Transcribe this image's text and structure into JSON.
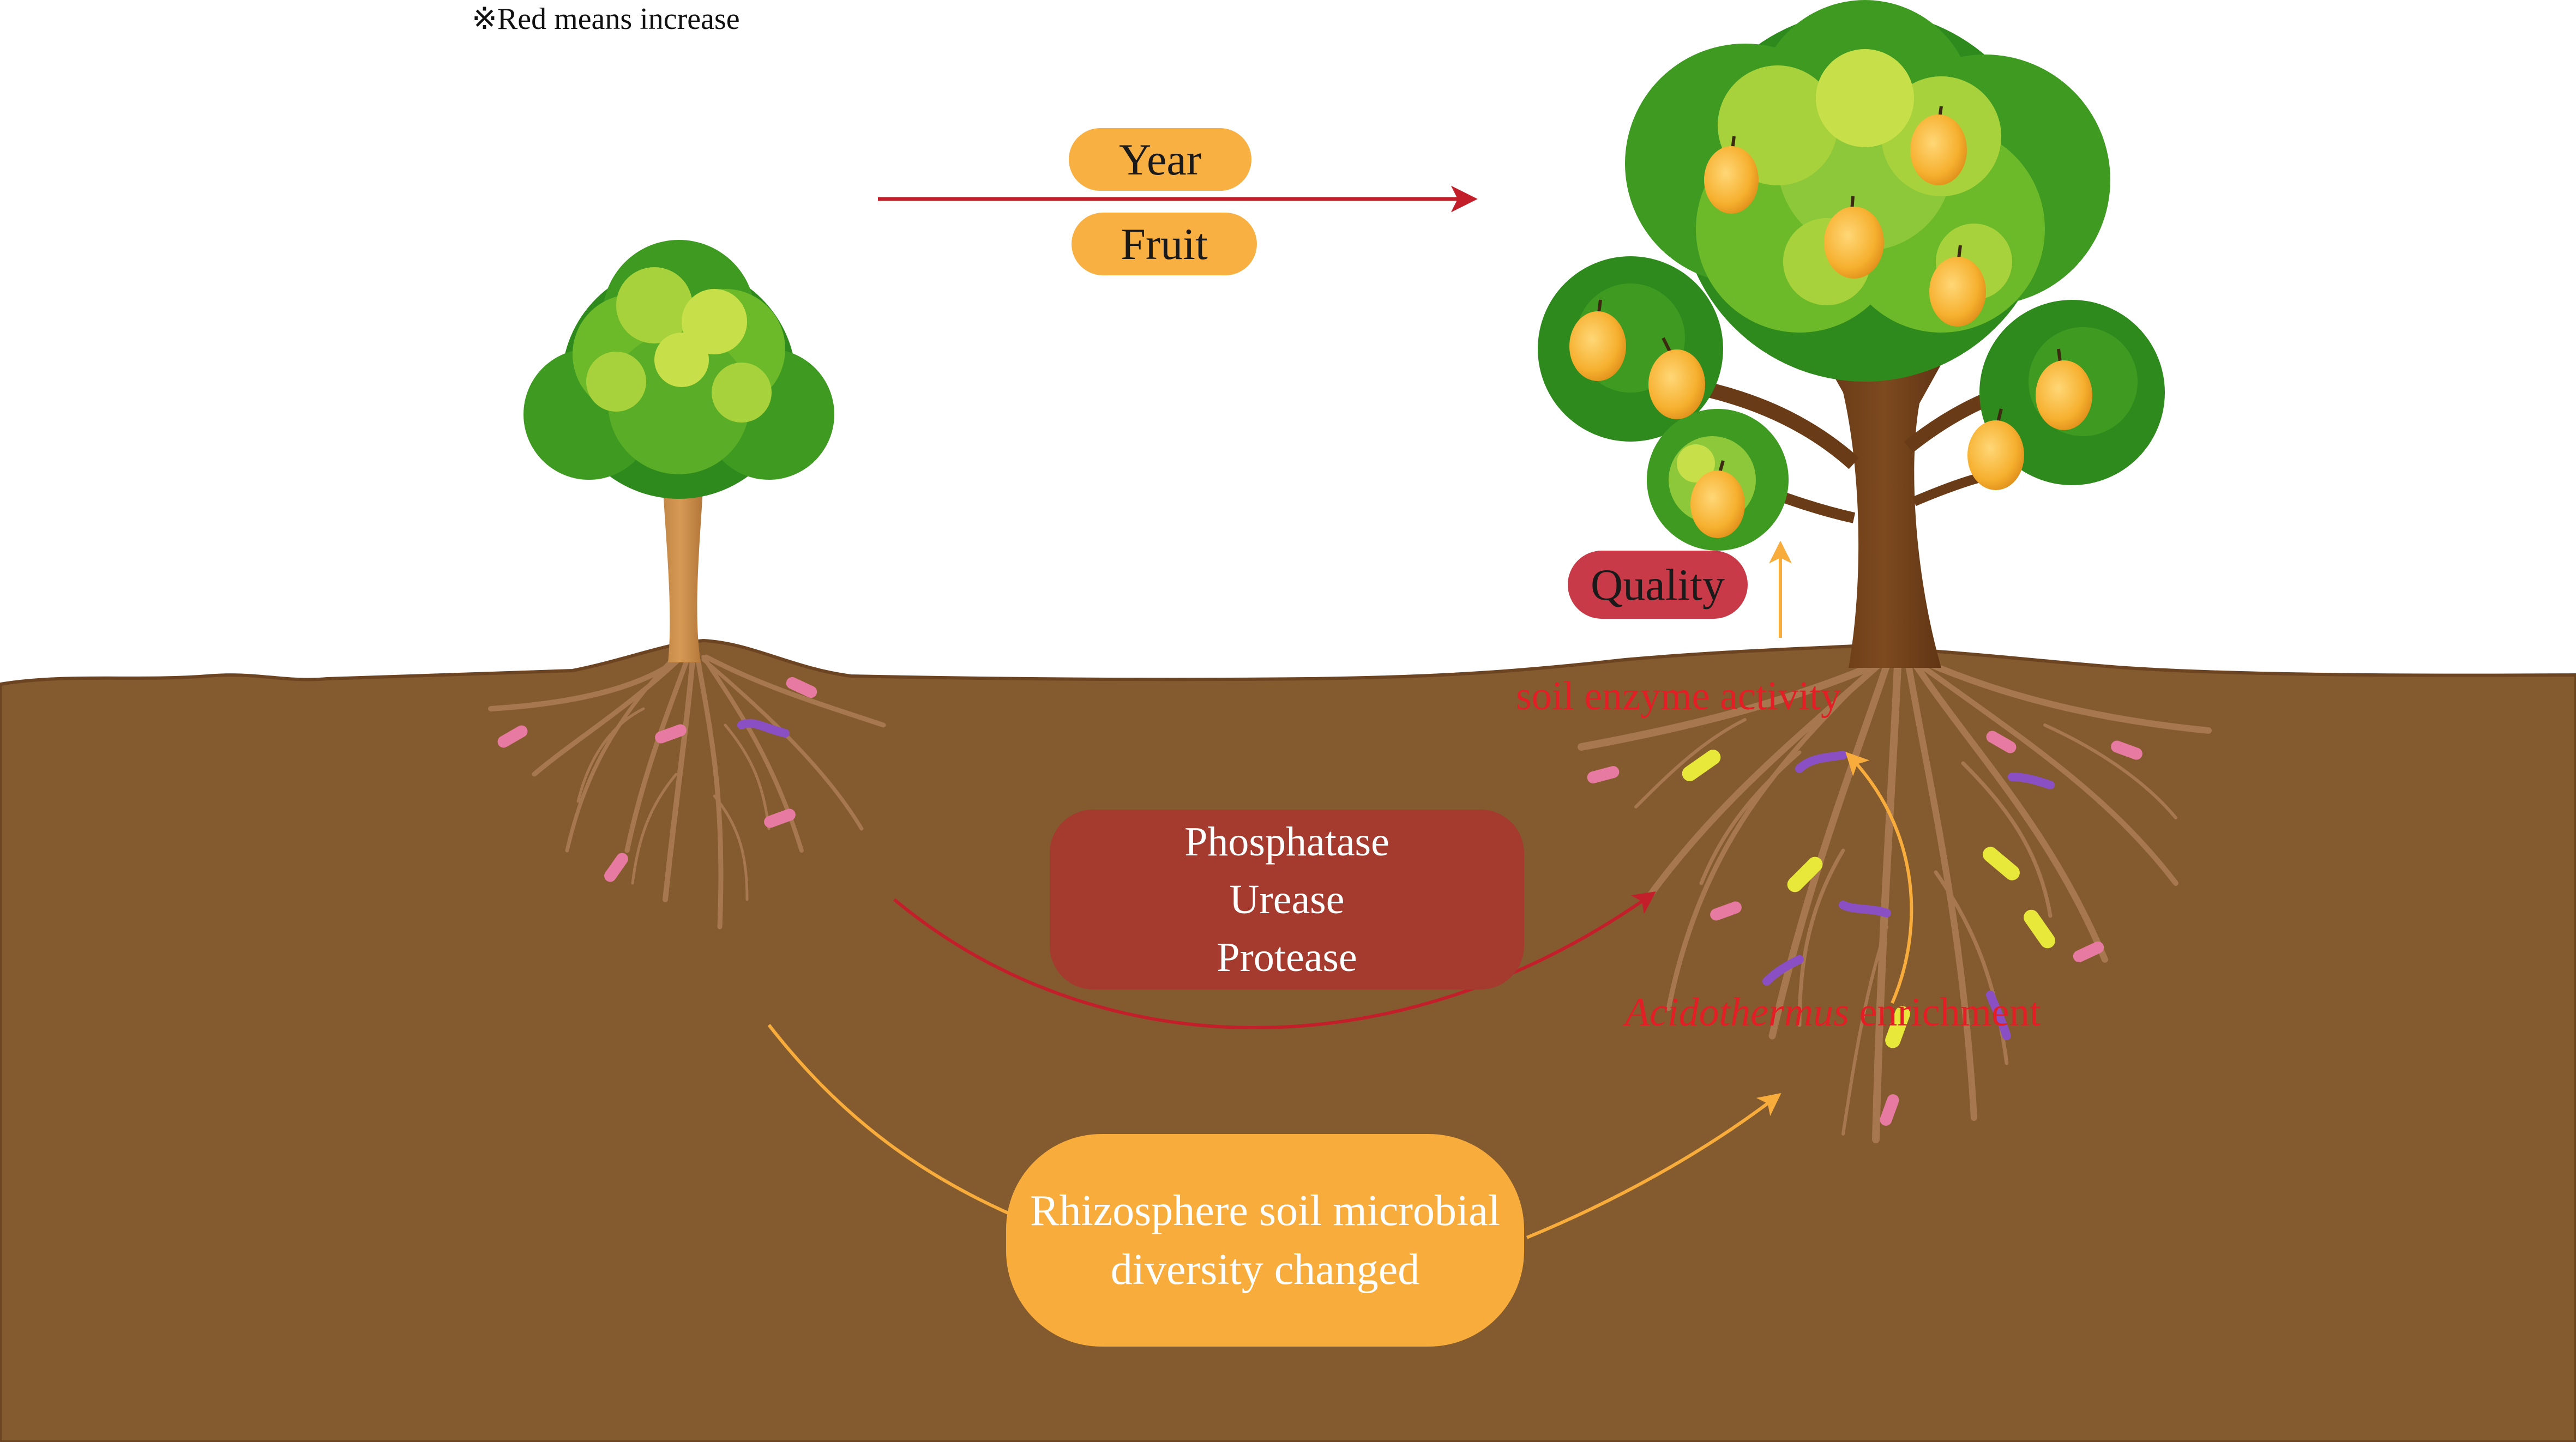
{
  "note": "※Red means increase",
  "labels": {
    "year": "Year",
    "fruit": "Fruit",
    "quality": "Quality",
    "soil_enzyme": "soil enzyme activity",
    "genus": "Acidothermus",
    "enrichment": " enrichment"
  },
  "enzymes_box": {
    "lines": [
      "Phosphatase",
      "Urease",
      "Protease"
    ]
  },
  "diversity_box": {
    "line1": "Rhizosphere soil microbial",
    "line2": "diversity  changed"
  },
  "colors": {
    "soil": "#845a2f",
    "soil_line": "#6c4422",
    "orange": "#f8ac3b",
    "pill_orange": "#f8b043",
    "red_arrow": "#c21f2a",
    "enzyme_box": "#a53a2e",
    "quality_pill": "#c83a48",
    "red_text": "#e31e24",
    "root": "#a7784f",
    "trunk_young": "#c58a49",
    "trunk_old": "#6a3b17",
    "leaf_dark": "#2f8a1d",
    "leaf_mid": "#6cba2a",
    "leaf_light": "#c7e04a",
    "pear": "#f6b02f"
  }
}
